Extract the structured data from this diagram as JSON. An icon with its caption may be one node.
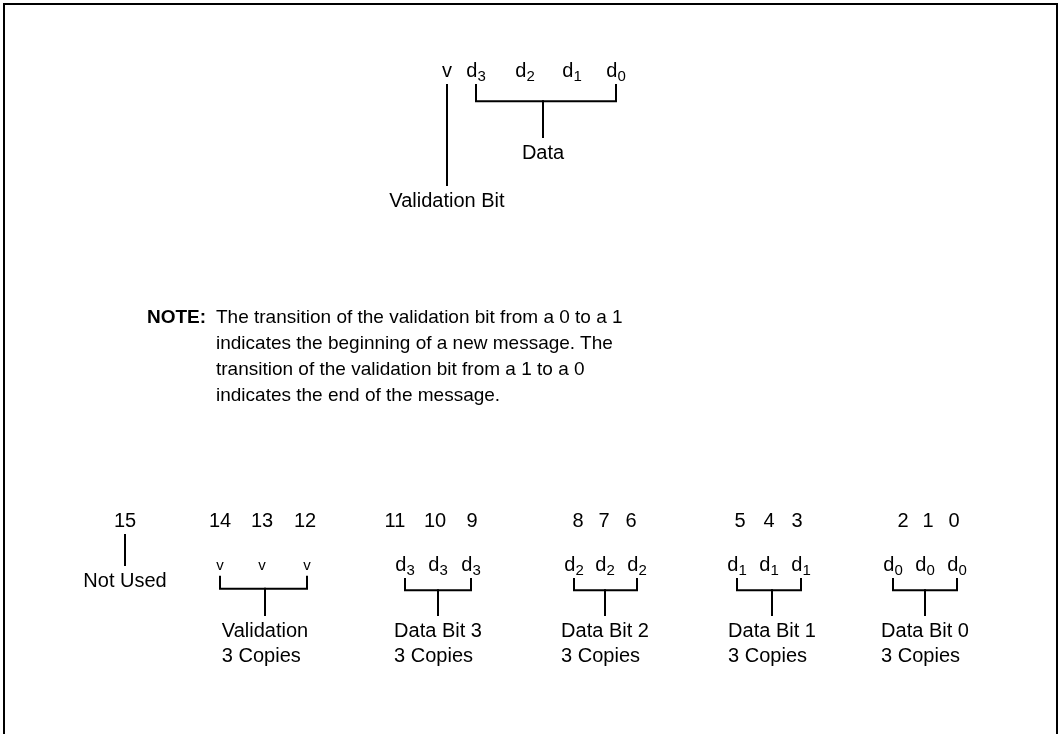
{
  "diagram": {
    "nodes": [
      {
        "text": [
          "v"
        ]
      },
      {
        "text": [
          "d$_{3}$"
        ]
      },
      {
        "text": [
          "d$_{2}$"
        ]
      },
      {
        "text": [
          "d$_{1}$"
        ]
      },
      {
        "text": [
          "d$_{0}$"
        ]
      },
      {
        "text": [
          "Data"
        ]
      },
      {
        "text": [
          "Validation Bit"
        ]
      },
      {
        "text": [
          "15"
        ]
      },
      {
        "text": [
          "Not Used"
        ]
      },
      {
        "text": [
          "v"
        ]
      },
      {
        "text": [
          "v"
        ]
      },
      {
        "text": [
          "v"
        ]
      },
      {
        "text": [
          "Validation",
          "3 Copies"
        ]
      },
      {
        "text": [
          "d$_{3}$"
        ]
      },
      {
        "text": [
          "d$_{3}$"
        ]
      },
      {
        "text": [
          "d$_{3}$"
        ]
      },
      {
        "text": [
          "Data Bit 3",
          "3 Copies"
        ]
      },
      {
        "text": [
          "d$_{2}$"
        ]
      },
      {
        "text": [
          "d$_{2}$"
        ]
      },
      {
        "text": [
          "d$_{2}$"
        ]
      },
      {
        "text": [
          "Data Bit 2",
          "3 Copies"
        ]
      },
      {
        "text": [
          "d$_{1}$"
        ]
      },
      {
        "text": [
          "d$_{1}$"
        ]
      },
      {
        "text": [
          "d$_{1}$"
        ]
      },
      {
        "text": [
          "Data Bit 1",
          "3 Copies"
        ]
      },
      {
        "text": [
          "d$_{0}$"
        ]
      },
      {
        "text": [
          "d$_{0}$"
        ]
      },
      {
        "text": [
          "d$_{0}$"
        ]
      },
      {
        "text": [
          "Data Bit 0",
          "3 Copies"
        ]
      }
    ],
    "edges": [
      {
        "from": 0,
        "to": 6,
        "arrow": "none"
      },
      {
        "from": 1,
        "to": 5,
        "arrow": "none"
      },
      {
        "from": 4,
        "to": 5,
        "arrow": "none"
      },
      {
        "from": 7,
        "to": 8,
        "arrow": "none"
      },
      {
        "from": 9,
        "to": 12,
        "arrow": "none"
      },
      {
        "from": 11,
        "to": 12,
        "arrow": "none"
      },
      {
        "from": 13,
        "to": 16,
        "arrow": "none"
      },
      {
        "from": 15,
        "to": 16,
        "arrow": "none"
      },
      {
        "from": 17,
        "to": 20,
        "arrow": "none"
      },
      {
        "from": 19,
        "to": 20,
        "arrow": "none"
      },
      {
        "from": 21,
        "to": 24,
        "arrow": "none"
      },
      {
        "from": 23,
        "to": 24,
        "arrow": "none"
      },
      {
        "from": 25,
        "to": 28,
        "arrow": "none"
      },
      {
        "from": 27,
        "to": 28,
        "arrow": "none"
      }
    ],
    "labels": [
      "NOTE:",
      "The transition of the validation bit from a 0 to a 1 indicates the beginning of a new message. The transition of the validation bit from a 1 to a 0 indicates the end of the message.",
      "14",
      "13",
      "12",
      "11",
      "10",
      "9",
      "8",
      "7",
      "6",
      "5",
      "4",
      "3",
      "2",
      "1",
      "0"
    ]
  }
}
